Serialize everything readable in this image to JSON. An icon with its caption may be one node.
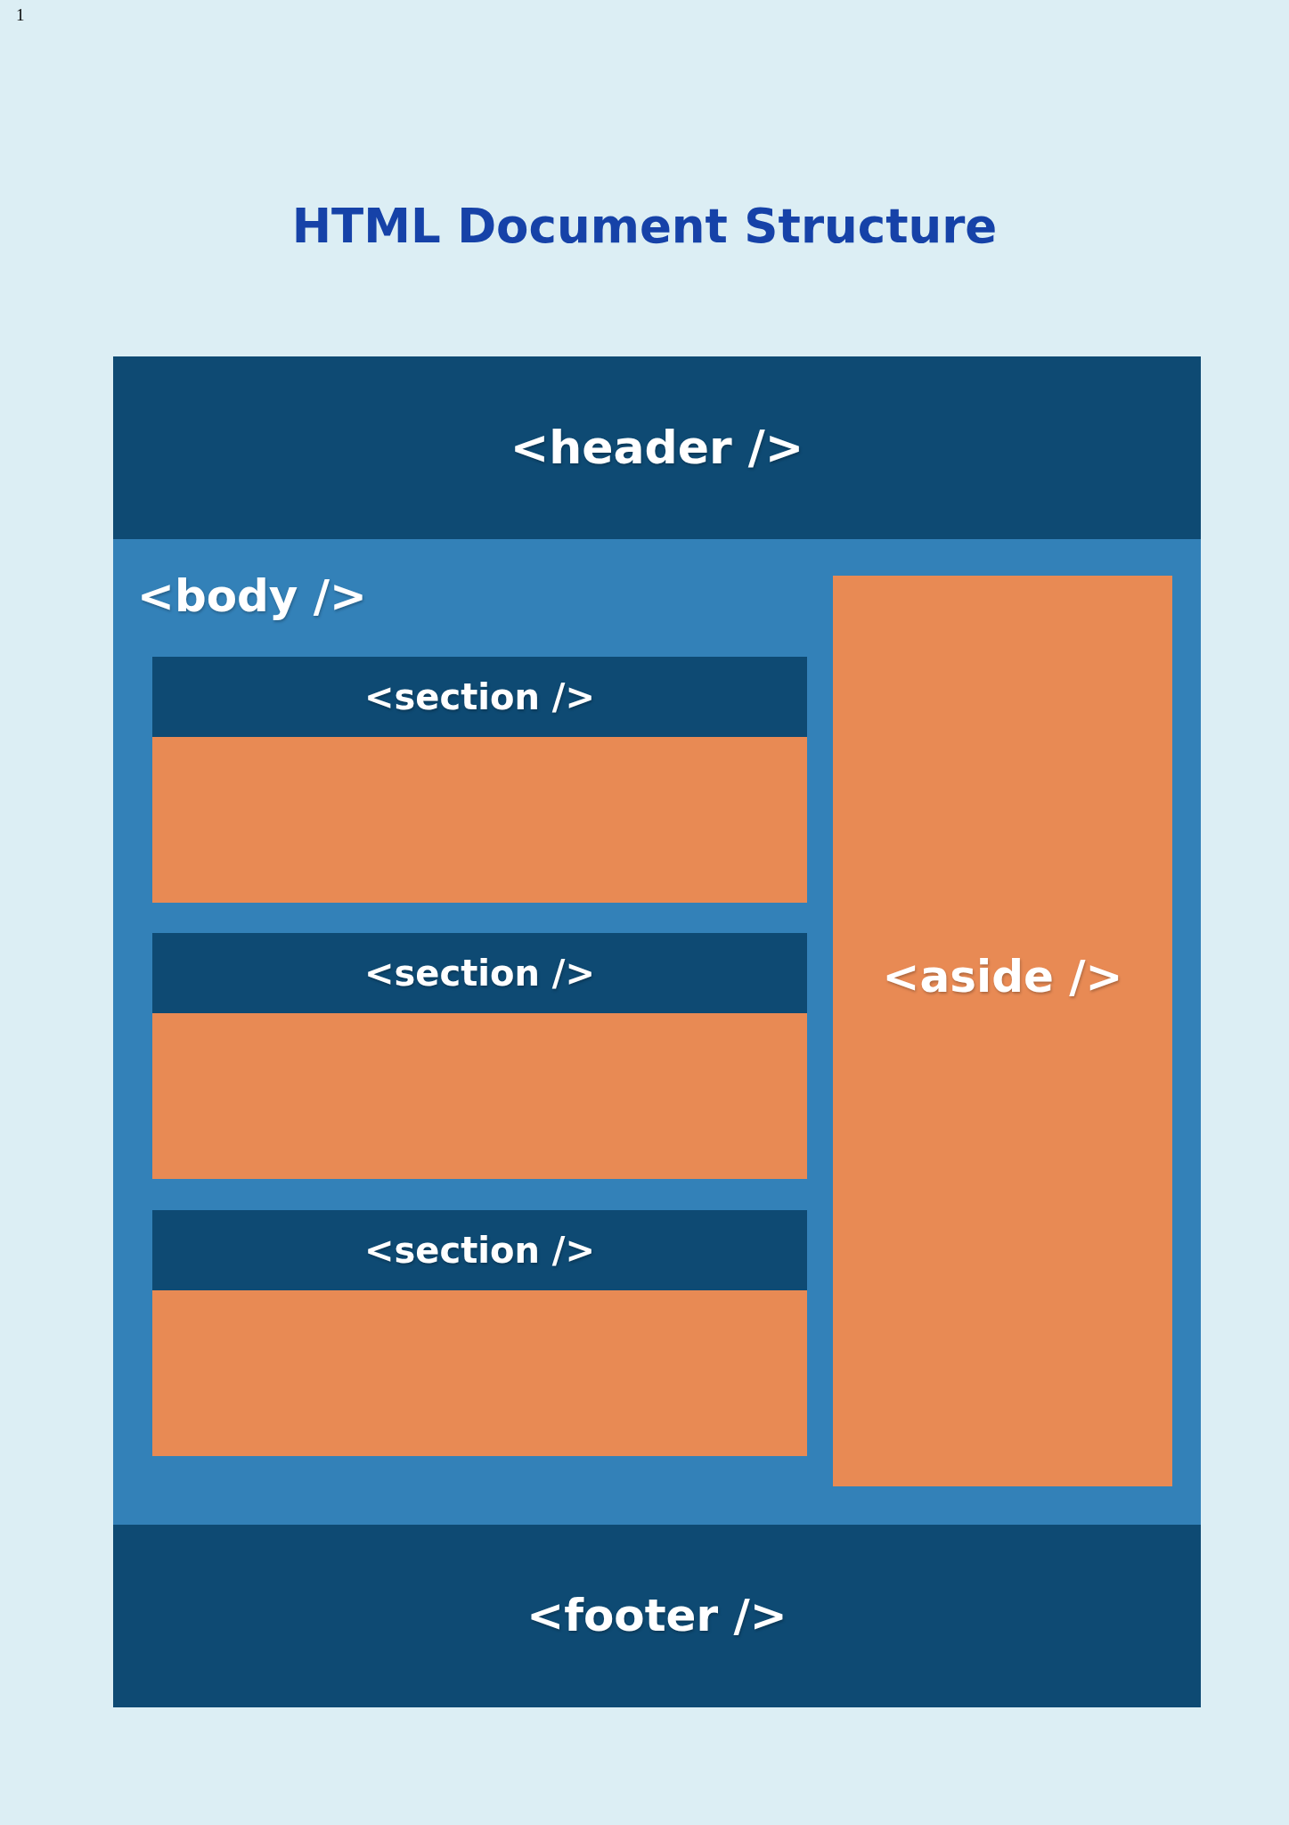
{
  "diagram": {
    "title": "HTML Document Structure",
    "nodes": [
      {
        "text": [
          "<header />"
        ]
      },
      {
        "text": [
          "<body />"
        ]
      },
      {
        "text": [
          "<section />"
        ],
        "in": 1
      },
      {
        "text": [
          "<section />"
        ],
        "in": 1
      },
      {
        "text": [
          "<section />"
        ],
        "in": 1
      },
      {
        "text": [
          "<aside />"
        ],
        "in": 1
      },
      {
        "text": [
          "<footer />"
        ]
      }
    ],
    "labels": [
      "1"
    ]
  }
}
